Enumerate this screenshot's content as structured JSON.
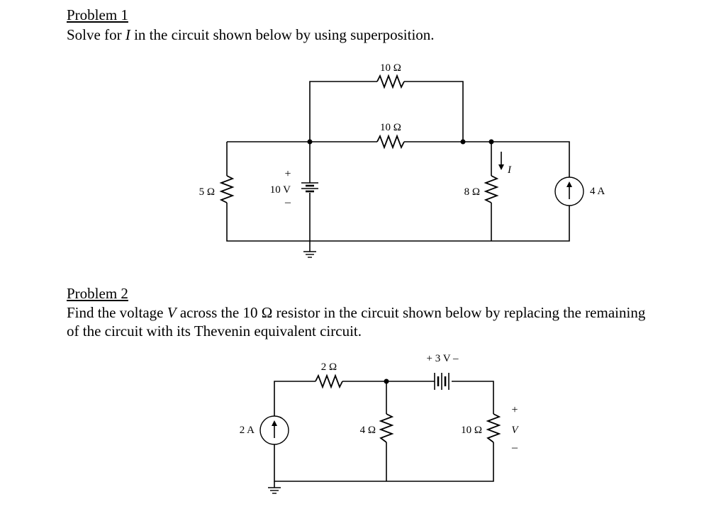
{
  "problem1": {
    "heading": "Problem 1",
    "text": [
      {
        "t": "Solve for ",
        "i": false
      },
      {
        "t": "I",
        "i": true
      },
      {
        "t": " in the circuit shown below by using superposition.",
        "i": false
      }
    ],
    "labels": {
      "r_top": "10 Ω",
      "r_mid": "10 Ω",
      "r_left": "5 Ω",
      "r_right": "8 Ω",
      "vsrc": "10 V",
      "vsrc_plus": "+",
      "vsrc_minus": "–",
      "current": "I",
      "isrc": "4 A"
    }
  },
  "problem2": {
    "heading": "Problem 2",
    "line1": [
      {
        "t": "Find the voltage ",
        "i": false
      },
      {
        "t": "V",
        "i": true
      },
      {
        "t": " across the 10 Ω resistor in the circuit shown below by replacing the remaining",
        "i": false
      }
    ],
    "line2": [
      {
        "t": "of the circuit with its Thevenin equivalent circuit.",
        "i": false
      }
    ],
    "labels": {
      "r_top": "2 Ω",
      "battery": "+ 3 V –",
      "isrc": "2 A",
      "r_mid": "4 Ω",
      "r_right": "10 Ω",
      "v_plus": "+",
      "v_label": "V",
      "v_minus": "–"
    }
  }
}
